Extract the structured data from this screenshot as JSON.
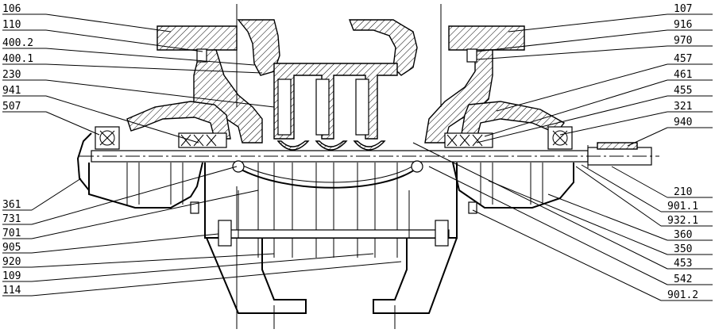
{
  "left_labels": [
    "106",
    "110",
    "400.2",
    "400.1",
    "230",
    "941",
    "507",
    "361",
    "731",
    "701",
    "905",
    "920",
    "109",
    "114"
  ],
  "right_labels": [
    "107",
    "916",
    "970",
    "457",
    "461",
    "455",
    "321",
    "940",
    "210",
    "901.1",
    "932.1",
    "360",
    "350",
    "453",
    "542",
    "901.2"
  ]
}
